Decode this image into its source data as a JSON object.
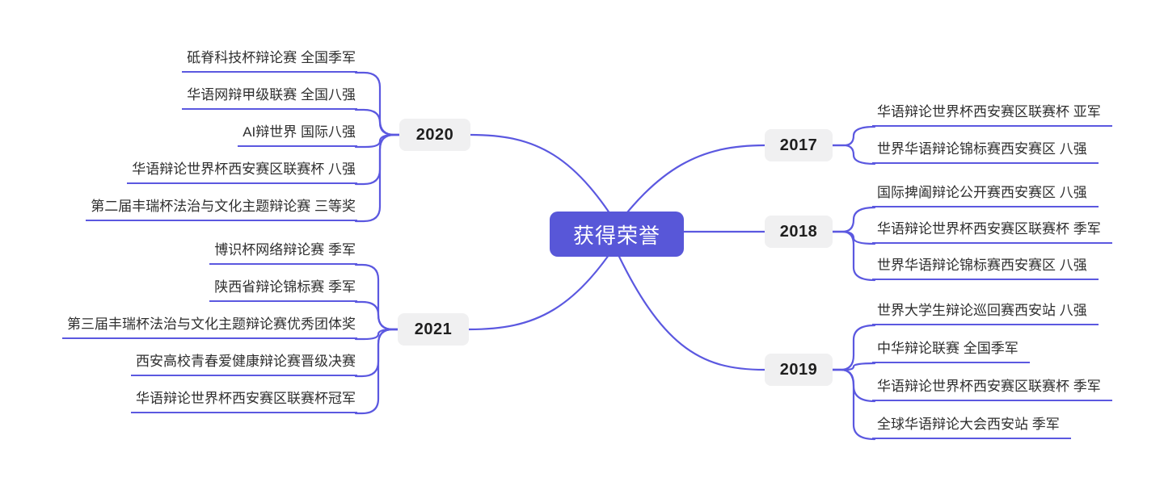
{
  "root": {
    "label": "获得荣誉"
  },
  "branches": [
    {
      "year": "2020",
      "side": "left",
      "items": [
        "砥脊科技杯辩论赛 全国季军",
        "华语网辩甲级联赛 全国八强",
        "AI辩世界 国际八强",
        "华语辩论世界杯西安赛区联赛杯 八强",
        "第二届丰瑞杯法治与文化主题辩论赛 三等奖"
      ]
    },
    {
      "year": "2021",
      "side": "left",
      "items": [
        "博识杯网络辩论赛 季军",
        "陕西省辩论锦标赛 季军",
        "第三届丰瑞杯法治与文化主题辩论赛优秀团体奖",
        "西安高校青春爱健康辩论赛晋级决赛",
        "华语辩论世界杯西安赛区联赛杯冠军"
      ]
    },
    {
      "year": "2017",
      "side": "right",
      "items": [
        "华语辩论世界杯西安赛区联赛杯 亚军",
        "世界华语辩论锦标赛西安赛区 八强"
      ]
    },
    {
      "year": "2018",
      "side": "right",
      "items": [
        "国际捭阖辩论公开赛西安赛区 八强",
        "华语辩论世界杯西安赛区联赛杯 季军",
        "世界华语辩论锦标赛西安赛区 八强"
      ]
    },
    {
      "year": "2019",
      "side": "right",
      "items": [
        "世界大学生辩论巡回赛西安站 八强",
        "中华辩论联赛 全国季军",
        "华语辩论世界杯西安赛区联赛杯 季军",
        "全球华语辩论大会西安站 季军"
      ]
    }
  ],
  "colors": {
    "accent": "#5857d8",
    "edge": "#5b58e0",
    "year_bg": "#f0f0f1",
    "leaf_text": "#2f2f2f",
    "year_text": "#1f1f1f",
    "root_text": "#ffffff",
    "background": "#ffffff"
  }
}
